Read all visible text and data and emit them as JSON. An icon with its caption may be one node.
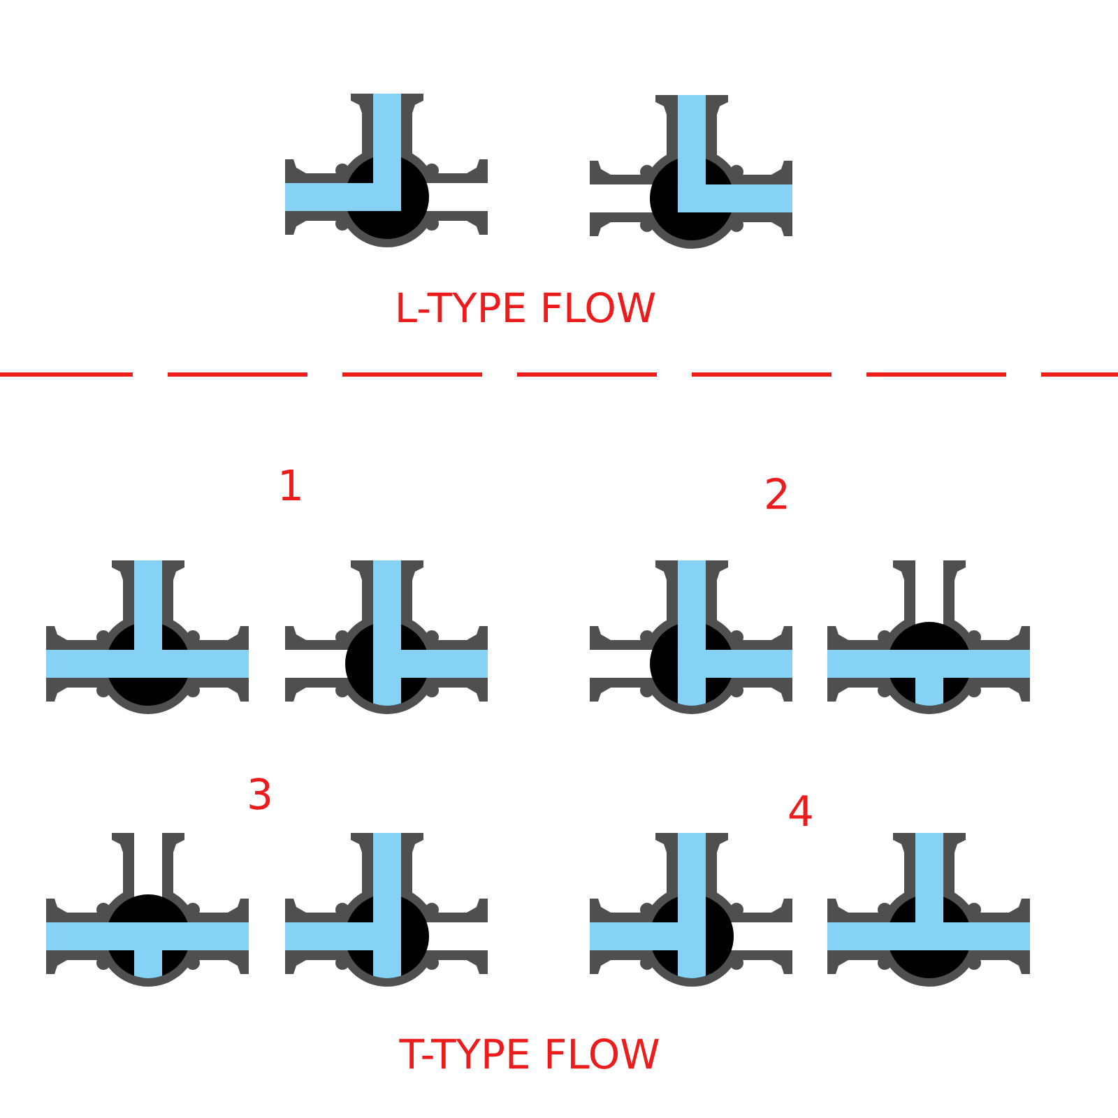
{
  "diagram": {
    "labels": [
      "L-TYPE FLOW",
      "1",
      "2",
      "3",
      "4",
      "T-TYPE FLOW"
    ]
  }
}
